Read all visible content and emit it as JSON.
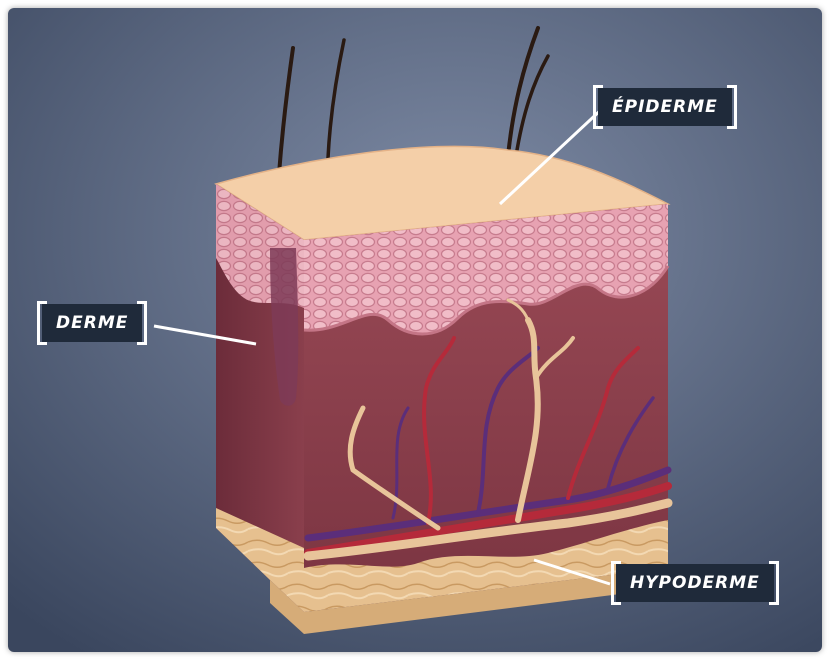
{
  "labels": {
    "epiderme": "ÉPIDERME",
    "derme": "DERME",
    "hypoderme": "HYPODERME"
  },
  "colors": {
    "background_top": "#3d4a63",
    "background_bottom": "#7784a0",
    "label_bg": "#1f2a3a",
    "label_text": "#ffffff",
    "leader_line": "#ffffff",
    "surface": "#f4cfa8",
    "epidermis": "#e8a6b4",
    "dermis": "#8a3f4c",
    "hypodermis": "#e9c99a",
    "artery": "#b52a3a",
    "vein": "#5b2e7a",
    "nerve": "#e8c49a"
  }
}
